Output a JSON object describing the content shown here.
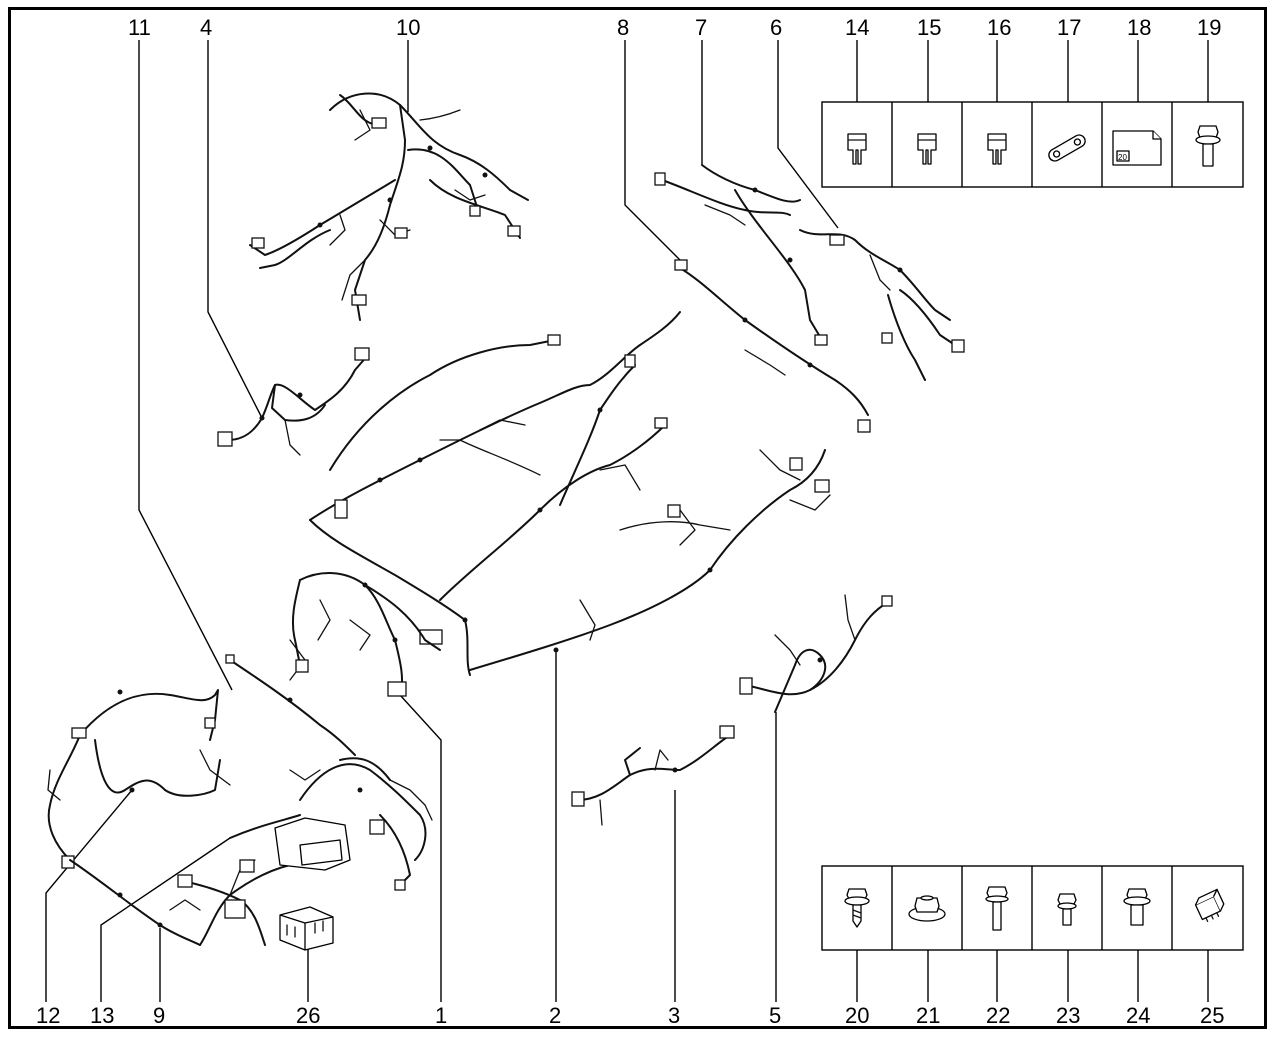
{
  "diagram": {
    "callouts": [
      "11",
      "4",
      "10",
      "8",
      "7",
      "6",
      "14",
      "15",
      "16",
      "17",
      "18",
      "19",
      "12",
      "13",
      "9",
      "26",
      "1",
      "2",
      "3",
      "5",
      "20",
      "21",
      "22",
      "23",
      "24",
      "25"
    ],
    "fuse_label": "20",
    "parts": {
      "p14": "mini-fuse",
      "p15": "mini-fuse",
      "p16": "mini-fuse",
      "p17": "fusible-link",
      "p18": "cartridge-fuse",
      "p19": "flange-bolt",
      "p20": "self-tapping-screw",
      "p21": "flange-nut",
      "p22": "bolt",
      "p23": "short-bolt",
      "p24": "flange-bolt",
      "p25": "relay",
      "p26": "connector-bracket"
    }
  }
}
